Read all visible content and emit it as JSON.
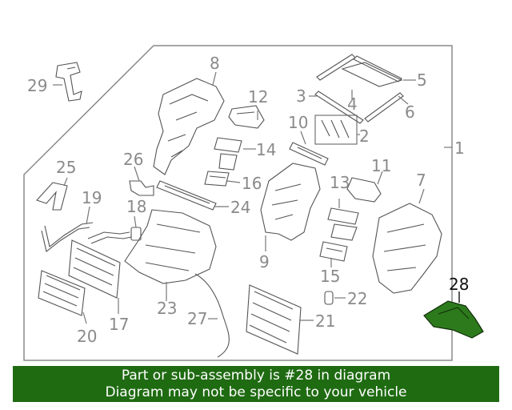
{
  "callouts": {
    "n1": "1",
    "n2": "2",
    "n3": "3",
    "n4": "4",
    "n5": "5",
    "n6": "6",
    "n7": "7",
    "n8": "8",
    "n9": "9",
    "n10": "10",
    "n11": "11",
    "n12": "12",
    "n13": "13",
    "n14": "14",
    "n15": "15",
    "n16": "16",
    "n17": "17",
    "n18": "18",
    "n19": "19",
    "n20": "20",
    "n21": "21",
    "n22": "22",
    "n23": "23",
    "n24": "24",
    "n25": "25",
    "n26": "26",
    "n27": "27",
    "n28": "28",
    "n29": "29"
  },
  "highlight_color": "#2d7a1c",
  "banner": {
    "line1": "Part or sub-assembly is #28 in diagram",
    "line2": "Diagram may not be specific to your vehicle",
    "background": "#1f6b12"
  }
}
